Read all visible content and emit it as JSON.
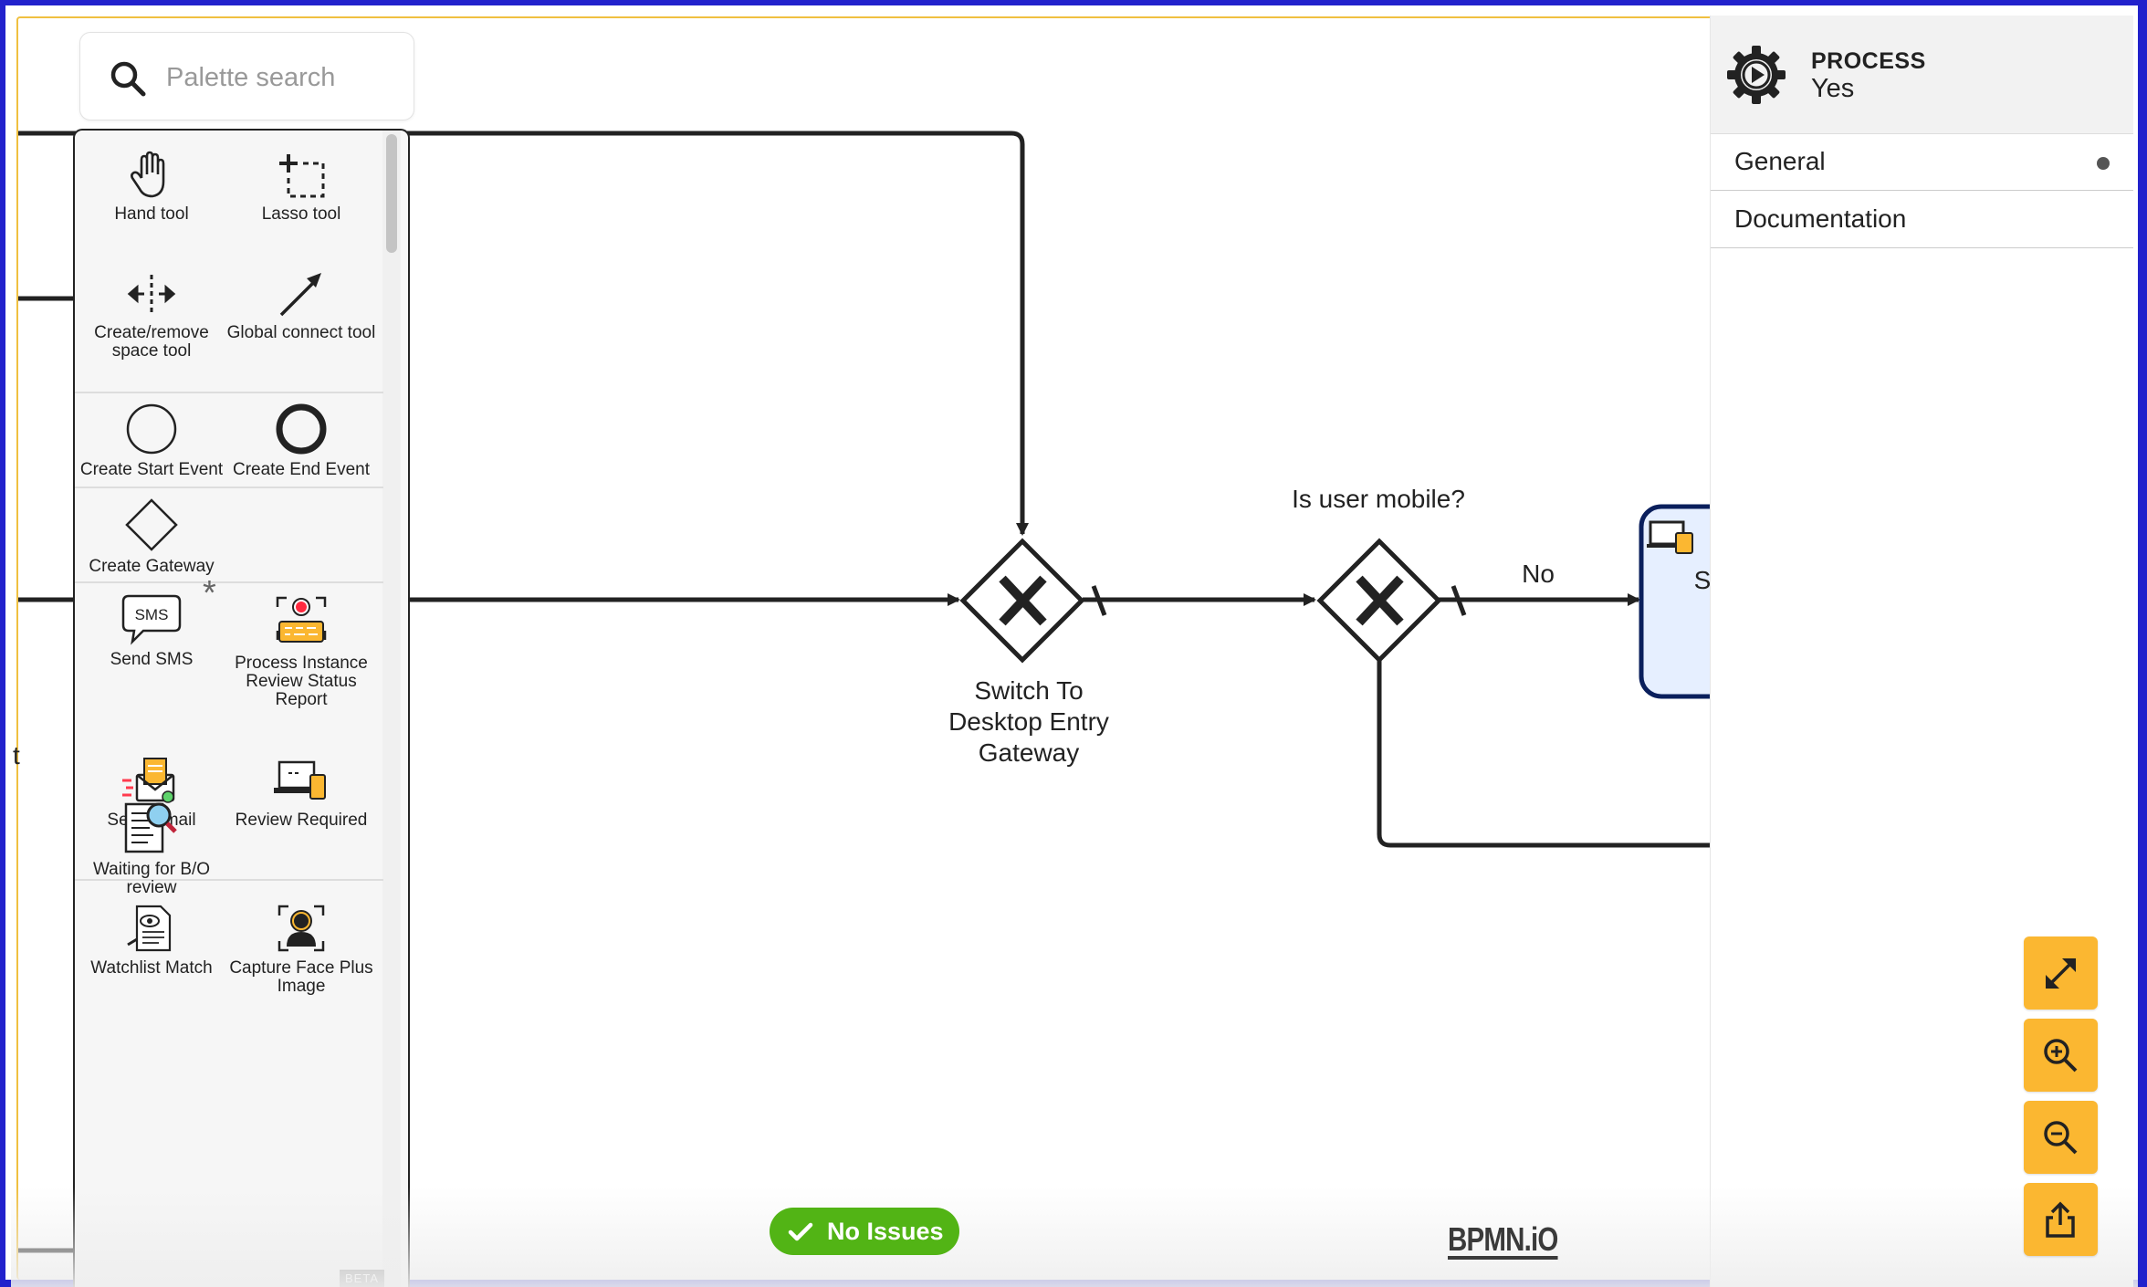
{
  "palette": {
    "search_placeholder": "Palette search",
    "tools": {
      "hand": "Hand tool",
      "lasso": "Lasso tool",
      "space": "Create/remove space tool",
      "connect": "Global connect tool",
      "start_event": "Create Start Event",
      "end_event": "Create End Event",
      "gateway": "Create Gateway",
      "send_sms": "Send SMS",
      "review_report": "Process Instance Review Status Report",
      "send_email": "Send Email",
      "review_required": "Review Required",
      "waiting_bo": "Waiting for B/O review",
      "watchlist": "Watchlist Match",
      "capture_face": "Capture Face Plus Image"
    },
    "sms_icon_text": "SMS",
    "beta": "BETA",
    "asterisk": "*"
  },
  "diagram": {
    "gateway1_label": "Switch To Desktop Entry Gateway",
    "gateway2_label": "Is user mobile?",
    "flow_no_label": "No",
    "task_partial_text": "S",
    "left_partial_text": "t"
  },
  "properties": {
    "type": "PROCESS",
    "name": "Yes",
    "groups": [
      "General",
      "Documentation"
    ]
  },
  "status": {
    "issues": "No Issues",
    "logo": "BPMN.iO"
  },
  "colors": {
    "accent": "#fbb731",
    "success": "#52b415",
    "task_fill": "#e6efff",
    "task_border": "#0a1f5c"
  }
}
